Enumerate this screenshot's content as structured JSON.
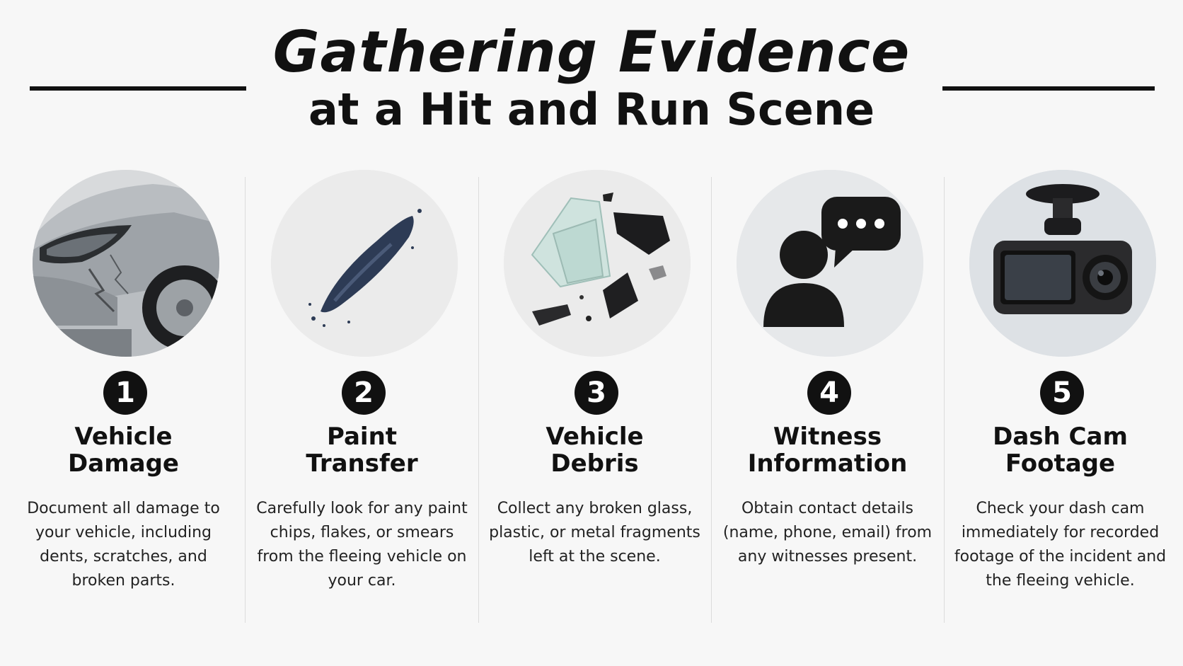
{
  "header": {
    "title_line1": "Gathering Evidence",
    "title_line2": "at a Hit and Run Scene"
  },
  "steps": [
    {
      "number": "1",
      "title_line1": "Vehicle",
      "title_line2": "Damage",
      "description": "Document all damage to your vehicle, including dents, scratches, and broken parts.",
      "icon": "damaged-car-icon"
    },
    {
      "number": "2",
      "title_line1": "Paint",
      "title_line2": "Transfer",
      "description": "Carefully look for any paint chips, flakes, or smears from the fleeing vehicle on your car.",
      "icon": "paint-smear-icon"
    },
    {
      "number": "3",
      "title_line1": "Vehicle",
      "title_line2": "Debris",
      "description": "Collect any broken glass, plastic, or metal fragments left at the scene.",
      "icon": "debris-fragments-icon"
    },
    {
      "number": "4",
      "title_line1": "Witness",
      "title_line2": "Information",
      "description": "Obtain contact details (name, phone, email) from any witnesses present.",
      "icon": "witness-speech-icon"
    },
    {
      "number": "5",
      "title_line1": "Dash Cam",
      "title_line2": "Footage",
      "description": "Check your dash cam immediately for recorded footage of the incident and the fleeing vehicle.",
      "icon": "dash-cam-icon"
    }
  ],
  "colors": {
    "text": "#111111",
    "circle_bg": "#e5e5e5",
    "background": "#f7f7f7"
  }
}
